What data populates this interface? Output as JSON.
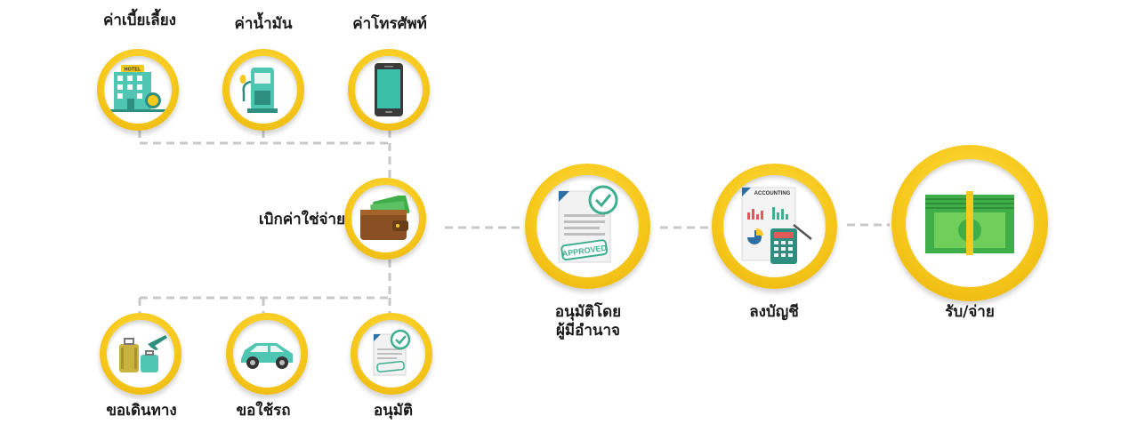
{
  "diagram": {
    "colors": {
      "ring_gold": "#f7c91c",
      "connector_gray": "#c8c8c8",
      "teal": "#3bbfa8",
      "money_green": "#3fae49",
      "label": "#1a1a1a"
    },
    "nodes": {
      "allowance": {
        "label": "ค่าเบี้ยเลี้ยง",
        "icon": "hotel-icon"
      },
      "fuel": {
        "label": "ค่าน้ำมัน",
        "icon": "fuel-pump-icon"
      },
      "phone": {
        "label": "ค่าโทรศัพท์",
        "icon": "smartphone-icon"
      },
      "withdraw": {
        "label": "เบิกค่าใช่จ่าย",
        "icon": "wallet-icon"
      },
      "travel": {
        "label": "ขอเดินทาง",
        "icon": "luggage-airplane-icon"
      },
      "car": {
        "label": "ขอใช้รถ",
        "icon": "car-icon"
      },
      "approve_small": {
        "label": "อนุมัติ",
        "icon": "approved-document-icon"
      },
      "approve_authority": {
        "label_line1": "อนุมัติโดย",
        "label_line2": "ผู้มีอำนาจ",
        "icon": "approved-document-icon",
        "stamp": "APPROVED"
      },
      "accounting": {
        "label": "ลงบัญชี",
        "icon": "accounting-calculator-icon",
        "doc_title": "ACCOUNTING"
      },
      "pay": {
        "label": "รับ/จ่าย",
        "icon": "money-bundle-icon"
      }
    },
    "hotel_sign": "HOTEL"
  }
}
